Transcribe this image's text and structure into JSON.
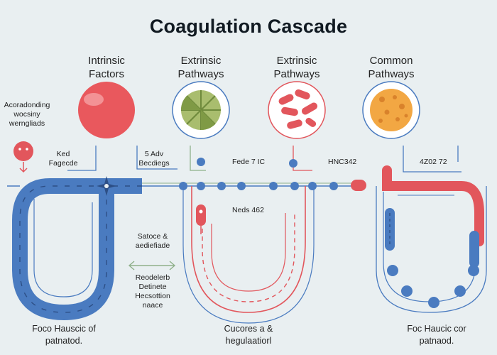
{
  "title": "Coagulation Cascade",
  "columns": [
    {
      "line1": "Intrinsic",
      "line2": "Factors"
    },
    {
      "line1": "Extrinsic",
      "line2": "Pathways"
    },
    {
      "line1": "Extrinsic",
      "line2": "Pathways"
    },
    {
      "line1": "Common",
      "line2": "Pathways"
    }
  ],
  "left_note": {
    "line1": "Acoradonding",
    "line2": "wocsiny",
    "line3": "werngliads"
  },
  "labels": {
    "ked": {
      "line1": "Ked",
      "line2": "Fagecde"
    },
    "adv": {
      "line1": "5 Adv",
      "line2": "Becdiegs"
    },
    "fede": "Fede 7 IC",
    "hnc": "HNC342",
    "num": "4Z02 72",
    "neds": "Neds 462",
    "satoce": {
      "line1": "Satoce &",
      "line2": "aediefiade"
    },
    "reodelerb": {
      "line1": "Reodelerb",
      "line2": "Detinete",
      "line3": "Hecsottion",
      "line4": "naace"
    }
  },
  "bottom": {
    "left": {
      "line1": "Foco Hauscic of",
      "line2": "patnatod."
    },
    "center": {
      "line1": "Cucores a &",
      "line2": "hegulaatiorl"
    },
    "right": {
      "line1": "Foc Haucic cor",
      "line2": "patnaod."
    }
  },
  "colors": {
    "background": "#e9eff1",
    "blue": "#4a7bc0",
    "red": "#e2565c",
    "green": "#8fb08a",
    "orange": "#f2a743"
  },
  "icons": [
    "red-cell-icon",
    "platelet-wheel-icon",
    "red-blood-cells-icon",
    "orange-cell-icon",
    "alert-pin-icon"
  ]
}
